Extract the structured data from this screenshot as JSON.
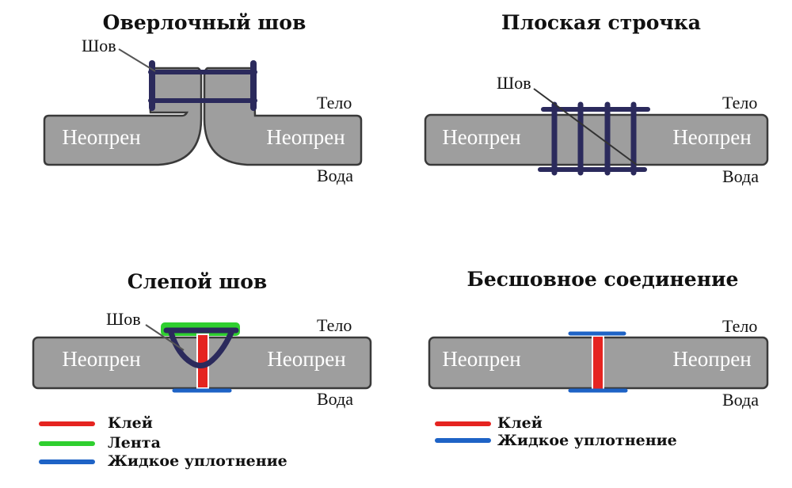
{
  "colors": {
    "neoprene": "#9e9e9e",
    "outline": "#3a3a3a",
    "stitch": "#2b2a5c",
    "glue": "#e52420",
    "tape": "#2fcf2f",
    "sealant": "#1e63c6"
  },
  "panels": {
    "overlock": {
      "title": "Оверлочный шов",
      "seam_label": "Шов",
      "body_label": "Тело",
      "water_label": "Вода",
      "left_label": "Неопрен",
      "right_label": "Неопрен"
    },
    "flatlock": {
      "title": "Плоская строчка",
      "seam_label": "Шов",
      "body_label": "Тело",
      "water_label": "Вода",
      "left_label": "Неопрен",
      "right_label": "Неопрен"
    },
    "blind": {
      "title": "Слепой шов",
      "seam_label": "Шов",
      "body_label": "Тело",
      "water_label": "Вода",
      "left_label": "Неопрен",
      "right_label": "Неопрен",
      "legend": [
        "Клей",
        "Лента",
        "Жидкое уплотнение"
      ]
    },
    "seamless": {
      "title": "Бесшовное соединение",
      "body_label": "Тело",
      "water_label": "Вода",
      "left_label": "Неопрен",
      "right_label": "Неопрен",
      "legend": [
        "Клей",
        "Жидкое уплотнение"
      ]
    }
  }
}
